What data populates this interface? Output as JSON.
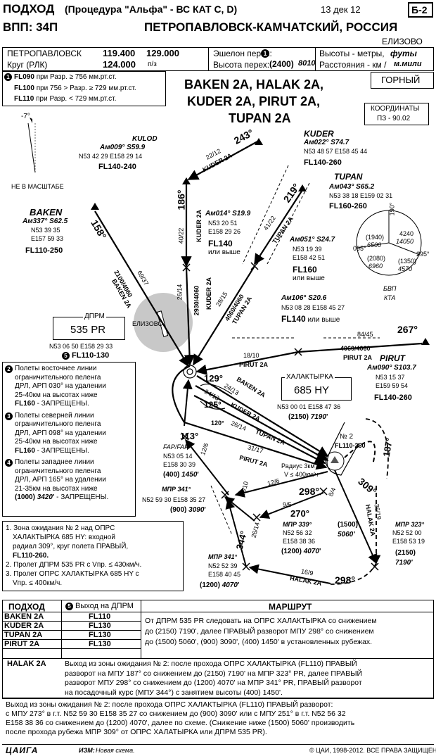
{
  "header": {
    "title_main": "ПОДХОД",
    "title_sub": "(Процедура \"Альфа\" - ВС КАТ C, D)",
    "date": "13 дек 12",
    "chart_no": "Б-2",
    "runway": "ВПП: 34П",
    "city": "ПЕТРОПАВЛОВСК-КАМЧАТСКИЙ, РОССИЯ",
    "airport": "ЕЛИЗОВО"
  },
  "comm": {
    "unit1": "ПЕТРОПАВЛОВСК",
    "freq1": "119.400",
    "freq2": "129.000",
    "unit2": "Круг (РЛК)",
    "freq3": "124.000",
    "freq3_unit": "п/з",
    "trans_label": "Эшелон перех:",
    "trans_alt_label": "Высота перех:",
    "trans_alt_value": "(2400)",
    "trans_alt_ft": "8010",
    "units_alt": "Высоты - метры,",
    "units_alt_ft": "футы",
    "units_dist": "Расстояния - км /",
    "units_dist_nm": "м.мили"
  },
  "fl_note": {
    "n": "1",
    "l1_fl": "FL090",
    "l1": "при Разр. ≥ 756 мм.рт.ст.",
    "l2_fl": "FL100",
    "l2": "при 756 > Разр. ≥ 729 мм.рт.ст.",
    "l3_fl": "FL110",
    "l3": "при Разр. < 729 мм.рт.ст."
  },
  "procedures_title": [
    "BAKEN 2A, HALAK 2A,",
    "KUDER 2A, PIRUT 2A,",
    "TUPAN 2A"
  ],
  "mountain": "ГОРНЫЙ",
  "coord_sys": [
    "КООРДИНАТЫ",
    "ПЗ - 90.02"
  ],
  "not_to_scale": "НЕ В МАСШТАБЕ",
  "magvar": "-7°",
  "fixes": {
    "kulod": {
      "name": "KULOD",
      "brg": "Ам009°",
      "dist": "S59.9",
      "coord": "N53 42 29 E158 29 14",
      "fl": "FL140-240"
    },
    "kuder": {
      "name": "KUDER",
      "brg": "Ам022°",
      "dist": "S74.7",
      "coord": "N53 48 57 E158 45 44",
      "fl": "FL140-260"
    },
    "tupan": {
      "name": "TUPAN",
      "brg": "Ам043°",
      "dist": "S65.2",
      "coord": "N53 38 18 E159 02 31",
      "fl": "FL160-260"
    },
    "baken": {
      "name": "BAKEN",
      "brg": "Ам337°",
      "dist": "S62.5",
      "coord1": "N53 39 35",
      "coord2": "E157 59 33",
      "fl": "FL110-250"
    },
    "p014": {
      "brg": "Ам014°",
      "dist": "S19.9",
      "coord1": "N53 20 51",
      "coord2": "E158 29 26",
      "fl": "FL140",
      "cond": "или выше"
    },
    "p051": {
      "brg": "Ам051°",
      "dist": "S24.7",
      "coord1": "N53 19 39",
      "coord2": "E158 42 51",
      "fl": "FL160",
      "cond": "или выше"
    },
    "p106": {
      "brg": "Ам106°",
      "dist": "S20.6",
      "coord": "N53 08 28 E158 45 27",
      "fl": "FL140",
      "cond": "или выше"
    },
    "pirut": {
      "name": "PIRUT",
      "brg": "Ам090°",
      "dist": "S103.7",
      "coord1": "N53 15 37",
      "coord2": "E159 59 54",
      "fl": "FL140-260"
    },
    "dprm": {
      "label": "ДПРМ",
      "ident": "535 PR",
      "coord": "N53 06 50 E158 29 33",
      "n": "5",
      "fl": "FL110-130"
    },
    "halak": {
      "label": "ХАЛАКТЫРКА",
      "ident": "685 HY",
      "coord": "N53 00 01 E158 47 36",
      "alt": "(2150)",
      "alt_ft": "7190"
    },
    "faf": {
      "label": "FAP/FAF",
      "coord1": "N53 05 14",
      "coord2": "E158 30 39",
      "alt": "(400)",
      "alt_ft": "1450"
    },
    "mpr341a": {
      "label": "МПР 341°",
      "coord": "N52 59 30 E158 35 27",
      "alt": "(900)",
      "alt_ft": "3090"
    },
    "mpr339": {
      "label": "МПР 339°",
      "coord1": "N52 56 32",
      "coord2": "E158 38 36",
      "alt": "(1200)",
      "alt_ft": "4070"
    },
    "mpr341b": {
      "label": "МПР 341°",
      "coord1": "N52 52 39",
      "coord2": "E158 40 45",
      "alt": "(1200)",
      "alt_ft": "4070"
    },
    "mpr323": {
      "label": "МПР 323°",
      "coord1": "N52 52 00",
      "coord2": "E158 53 19",
      "alt": "(2150)",
      "alt_ft": "7190"
    },
    "alt1500": {
      "alt": "(1500)",
      "alt_ft": "5060"
    }
  },
  "hold": {
    "n": "№ 2",
    "fl": "FL110-260",
    "radius": "Радиус 3км",
    "speed": "V ≤ 400км/ч"
  },
  "airport_label": "ЕЛИЗОВО",
  "msa": {
    "b1": "190°",
    "b2": "295°",
    "b3": "095°",
    "v1": "(1940)",
    "v1ft": "6500",
    "v2": "4240",
    "v2ft": "14050",
    "v3": "(2080)",
    "v3ft": "6960",
    "v4": "(1350)",
    "v4ft": "4570",
    "label1": "БВП",
    "label2": "КТА"
  },
  "legs": {
    "kudor_trk": "243°",
    "kudor_dist": "22/12",
    "kudor_name": "KUDER 2A",
    "tupan_trk": "219°",
    "tupan_dist": "41/22",
    "tupan_name": "TUPAN 2A",
    "kulod_trk": "186°",
    "kulod_dist": "40/22",
    "kulod_name": "KUDER 2A",
    "baken_trk": "158°",
    "baken_dist": "69/37",
    "baken_name": "BAKEN 2A",
    "baken_alt": "2100/4060",
    "kuder_fin": "26/14",
    "kuder_fin_alt": "2930/4060",
    "kuder_fin_name": "KUDER 2A",
    "tupan_fin": "28/15",
    "tupan_fin_alt": "4060/4060",
    "tupan_fin_name": "TUPAN 2A",
    "pirut_trk": "267°",
    "pirut_dist": "84/45",
    "pirut_alt": "4060/4060",
    "pirut_name2": "PIRUT 2A",
    "pirut_fin": "18/10",
    "pirut_fin_name": "PIRUT 2A",
    "c129": "129°",
    "baken_in": "24/13",
    "baken_in_name": "BAKEN 2A",
    "kuder_in": "24/13",
    "kuder_in_name": "KUDER 2A",
    "c125": "125°",
    "c120": "120°",
    "tupan_in": "26/14",
    "tupan_in_name": "TUPAN 2A",
    "c113": "113°",
    "pirut_in": "31/17",
    "pirut_in_name": "PIRUT 2A",
    "pirut_out": "12/6",
    "c187": "187°",
    "c309": "309°",
    "halak_out": "36/19",
    "halak_name": "HALAK 2A",
    "c298": "298°",
    "c298b": "298°",
    "l12_6": "12/6",
    "l8_4": "8/4",
    "l9_5": "9/5",
    "c270": "270°",
    "l19_10": "19/10",
    "l26_14": "26/14",
    "c344": "344°",
    "l16_9": "16/9",
    "halak_bot": "HALAK 2A"
  },
  "restrictions": [
    {
      "n": "2",
      "lines": [
        "Полеты восточнее линии",
        "ограничительного пеленга",
        "ДРЛ, АРП 030° на удалении",
        "25-40км на высотах ниже"
      ],
      "last_fl": "FL160",
      "last": " - ЗАПРЕЩЕНЫ."
    },
    {
      "n": "3",
      "lines": [
        "Полеты северней линии",
        "ограничительного пеленга",
        "ДРЛ, АРП 098° на удалении",
        "25-40км на высотах ниже"
      ],
      "last_fl": "FL160",
      "last": " - ЗАПРЕЩЕНЫ."
    },
    {
      "n": "4",
      "lines": [
        "Полеты западнее линии",
        "ограничительного пеленга",
        "ДРЛ, АРП 165° на удалении",
        "21-35км на высотах ниже"
      ],
      "last_fl": "(1000)",
      "last_ft": "3420",
      "last": " - ЗАПРЕЩЕНЫ."
    }
  ],
  "notes": [
    "1. Зона ожидания № 2 над ОПРС",
    "ХАЛАКТЫРКА 685 HY: входной",
    "радиал 309°, круг полета ПРАВЫЙ,",
    "FL110-260.",
    "2. Пролет ДПРМ 535 PR с Vпр. ≤ 430км/ч.",
    "3. Пролет ОПРС ХАЛАКТЫРКА 685 HY с",
    "Vпр. ≤ 400км/ч."
  ],
  "table": {
    "h1": "ПОДХОД",
    "h2": "Выход на ДПРМ",
    "h2n": "5",
    "h3": "МАРШРУТ",
    "rows": [
      {
        "name": "BAKEN 2A",
        "fl": "FL110"
      },
      {
        "name": "KUDER 2A",
        "fl": "FL130"
      },
      {
        "name": "TUPAN 2A",
        "fl": "FL130"
      },
      {
        "name": "PIRUT 2A",
        "fl": "FL130"
      }
    ],
    "route": [
      "От ДПРМ 535 PR следовать на ОПРС ХАЛАКТЫРКА со снижением",
      "до (2150) 7190', далее ПРАВЫЙ разворот МПУ 298° со снижением",
      "до (1500) 5060', (900) 3090', (400) 1450' в установленных рубежах."
    ],
    "halak_name": "HALAK 2A",
    "halak_text": [
      "Выход из зоны ожидания № 2: после прохода ОПРС ХАЛАКТЫРКА (FL110) ПРАВЫЙ",
      "разворот на МПУ 187° со снижением до (2150) 7190' на МПР 323° PR, далее ПРАВЫЙ",
      "разворот МПУ 298° со снижением до (1200) 4070' на МПР 341° PR, ПРАВЫЙ разворот",
      "на посадочный курс (МПУ 344°) с занятием высоты (400) 1450'."
    ]
  },
  "footer_text": [
    "Выход из зоны ожидания № 2: после прохода ОПРС ХАЛАКТЫРКА (FL110) ПРАВЫЙ разворот:",
    "с МПУ 273° в г.т. N52 59 30 E158 35 27 со снижением до (900) 3090' или с МПУ 251° в г.т. N52  56 32",
    "E158 38 36 со снижением до (1200) 4070', далее по схеме. (Снижение ниже (1500) 5060' производить",
    "после прохода рубежа МПР 309° от ОПРС ХАЛАТЫРКА или ДПРМ 535 PR)."
  ],
  "bottom": {
    "logo": "ЦАИГА",
    "change_label": "ИЗМ:",
    "change": "Новая схема.",
    "copyright": "© ЦАИ, 1998-2012. ВСЕ ПРАВА ЗАЩИЩЕНЫ."
  }
}
